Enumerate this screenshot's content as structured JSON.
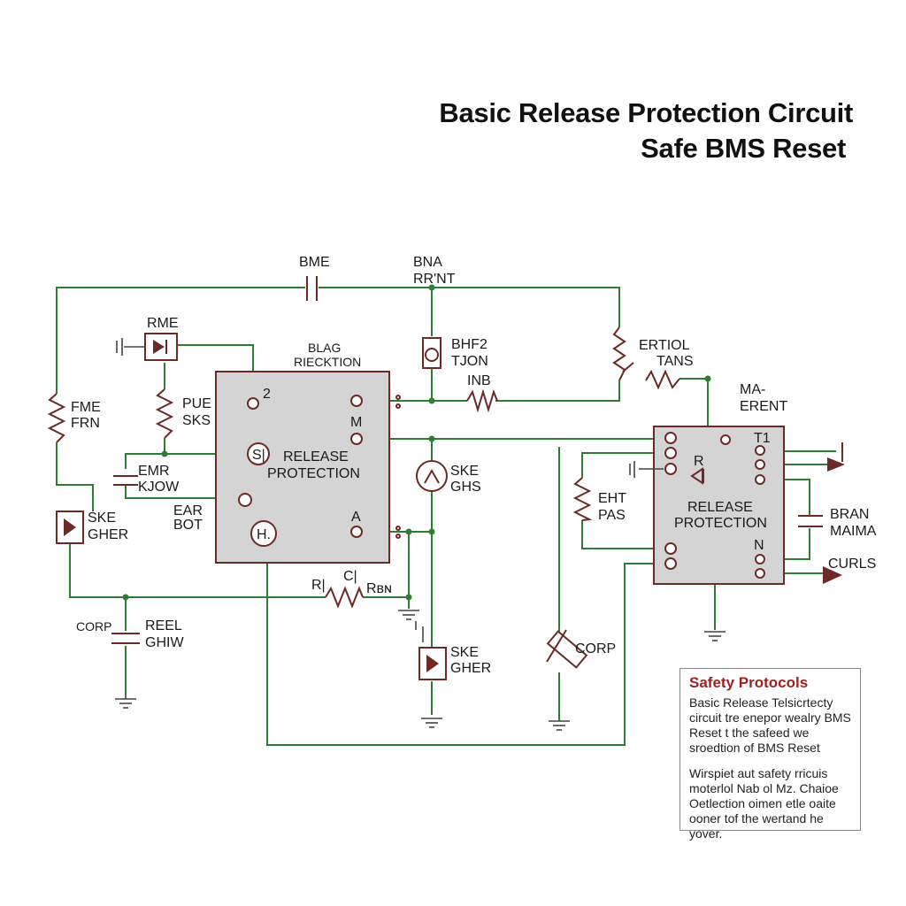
{
  "title": {
    "line1": "Basic Release Protection Circuit",
    "line2": "Safe BMS Reset"
  },
  "labels": {
    "bme": "BME",
    "bna": "BNA",
    "rrnt": "RR'NT",
    "rme": "RME",
    "blag": "BLAG",
    "rieckion": "RIECKTION",
    "bhf2": "BHF2",
    "tjon": "TJON",
    "inb": "INB",
    "ertiol": "ERTIOL",
    "tans": "TANS",
    "ma": "MA-",
    "erent": "ERENT",
    "fme": "FME",
    "frn": "FRN",
    "pue": "PUE",
    "sks": "SKS",
    "emr": "EMR",
    "kjow": "KJOW",
    "ear": "EAR",
    "bot": "BOT",
    "ske1": "SKE",
    "gher1": "GHER",
    "pin2": "2",
    "pinS": "S|",
    "pinM": "M",
    "pinA": "A",
    "pinH": "H.",
    "rp_main1": "RELEASE",
    "rp_main2": "PROTECTION",
    "ske2": "SKE",
    "ghs": "GHS",
    "eht": "EHT",
    "pas": "PAS",
    "rp_right1": "RELEASE",
    "rp_right2": "PROTECTION",
    "pinR": "R",
    "pinT1": "T1",
    "pinN": "N",
    "bran": "BRAN",
    "maima": "MAIMA",
    "curls": "CURLS",
    "r1": "R|",
    "c1": "C|",
    "rbn": "Rʙɴ",
    "corp1": "CORP",
    "reel": "REEL",
    "ghiw": "GHIW",
    "ske3": "SKE",
    "gher3": "GHER",
    "corp2": "CORP"
  },
  "safety": {
    "heading": "Safety Protocols",
    "para1": "Basic Release  Telsicrtecty circuit tre enepor wealry BMS Reset t the safeed we sroedtion of BMS Reset",
    "para2": "Wirspiet aut safety rricuis moterlol Nab ol Mz. Chaioe Oetlection oimen etle oaite ooner tof the wertand he yover."
  },
  "colors": {
    "wire": "#2f7d32",
    "component": "#6b2a26",
    "block_fill": "#d4d4d4",
    "heading_red": "#9b2222"
  }
}
